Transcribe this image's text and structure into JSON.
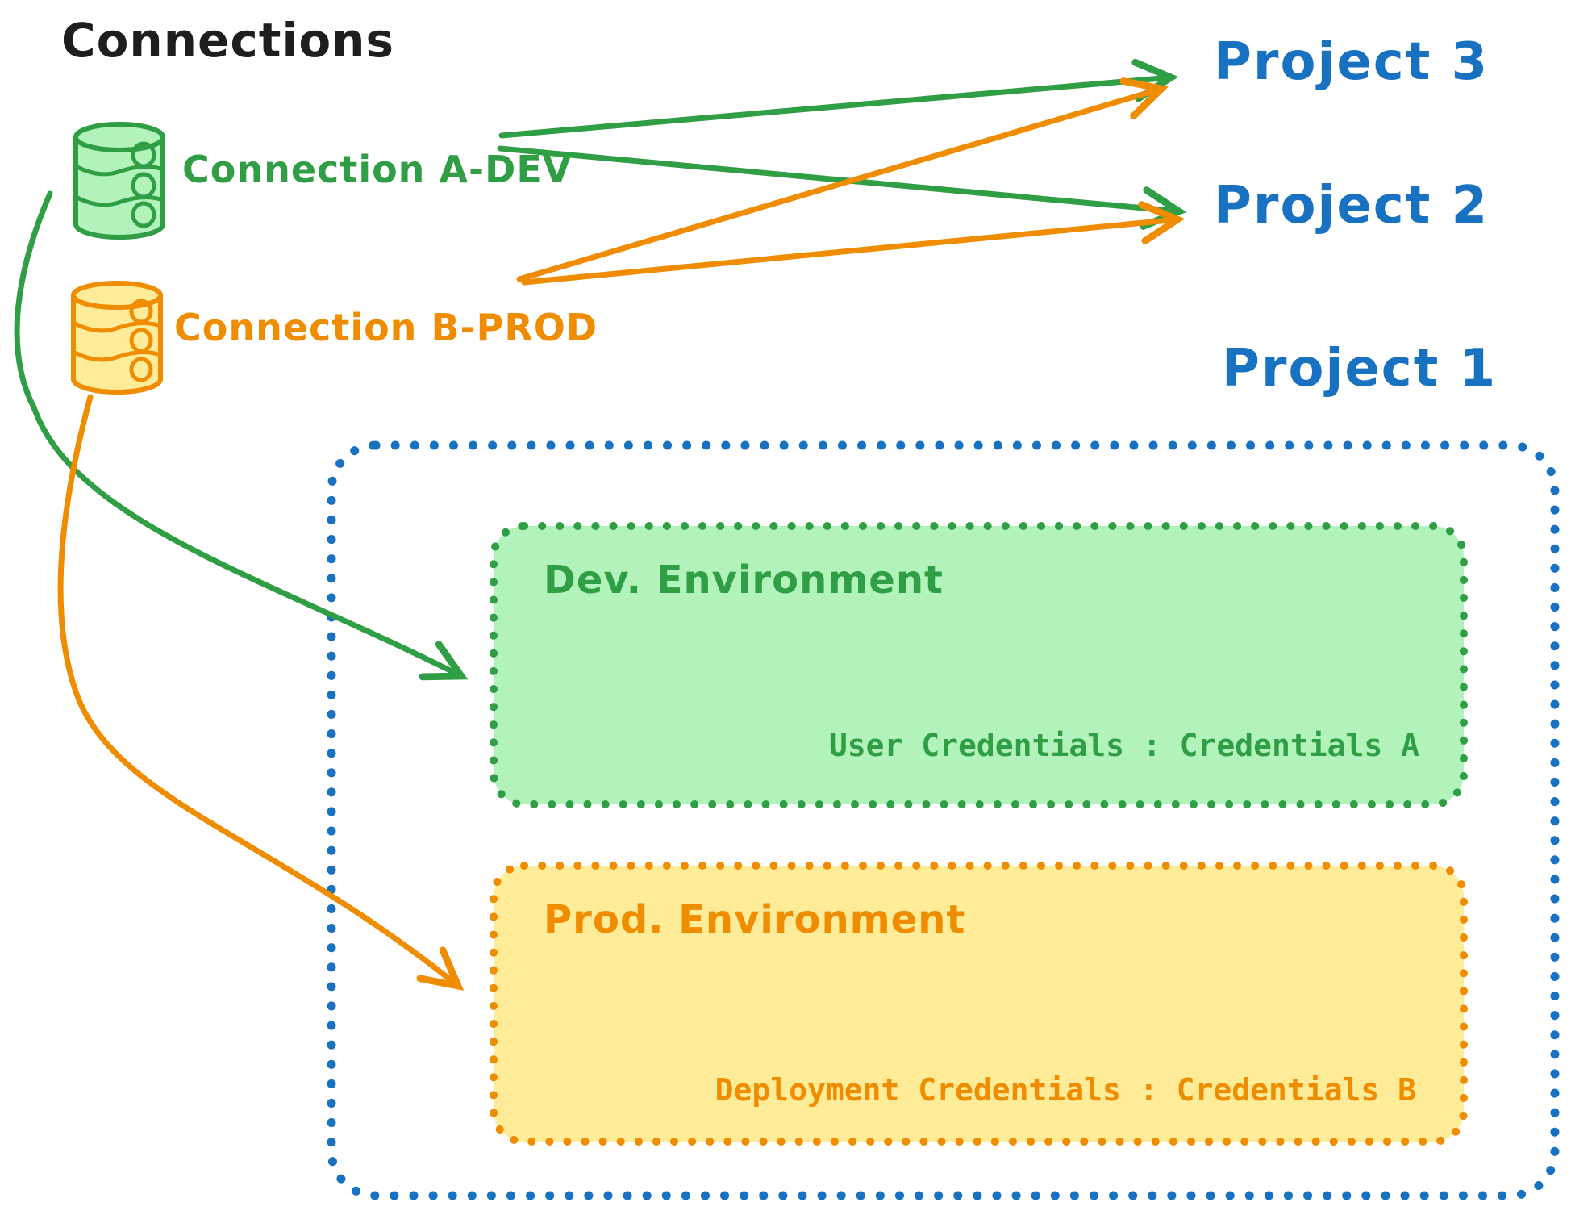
{
  "title": "Connections",
  "connections": [
    {
      "id": "a-dev",
      "label": "Connection A-DEV",
      "color": "#2f9e44",
      "fill": "#b2f2bb",
      "icon": "database-icon"
    },
    {
      "id": "b-prod",
      "label": "Connection B-PROD",
      "color": "#f08c00",
      "fill": "#ffec99",
      "icon": "database-icon"
    }
  ],
  "projects": [
    {
      "label": "Project 3"
    },
    {
      "label": "Project 2"
    },
    {
      "label": "Project 1"
    }
  ],
  "project1": {
    "dev_environment": {
      "title": "Dev. Environment",
      "credentials_label": "User Credentials : Credentials A"
    },
    "prod_environment": {
      "title": "Prod. Environment",
      "credentials_label": "Deployment Credentials : Credentials B"
    }
  },
  "edges": [
    {
      "from": "Connection A-DEV",
      "to": "Project 3",
      "color": "#2f9e44"
    },
    {
      "from": "Connection A-DEV",
      "to": "Project 2",
      "color": "#2f9e44"
    },
    {
      "from": "Connection B-PROD",
      "to": "Project 3",
      "color": "#f08c00"
    },
    {
      "from": "Connection B-PROD",
      "to": "Project 2",
      "color": "#f08c00"
    },
    {
      "from": "Connection A-DEV",
      "to": "Dev. Environment",
      "color": "#2f9e44"
    },
    {
      "from": "Connection B-PROD",
      "to": "Prod. Environment",
      "color": "#f08c00"
    }
  ],
  "colors": {
    "blue": "#1971c2",
    "green_stroke": "#2f9e44",
    "green_fill": "#b2f2bb",
    "orange_stroke": "#f08c00",
    "orange_fill": "#ffec99",
    "text_black": "#1e1e1e",
    "background": "#ffffff"
  }
}
